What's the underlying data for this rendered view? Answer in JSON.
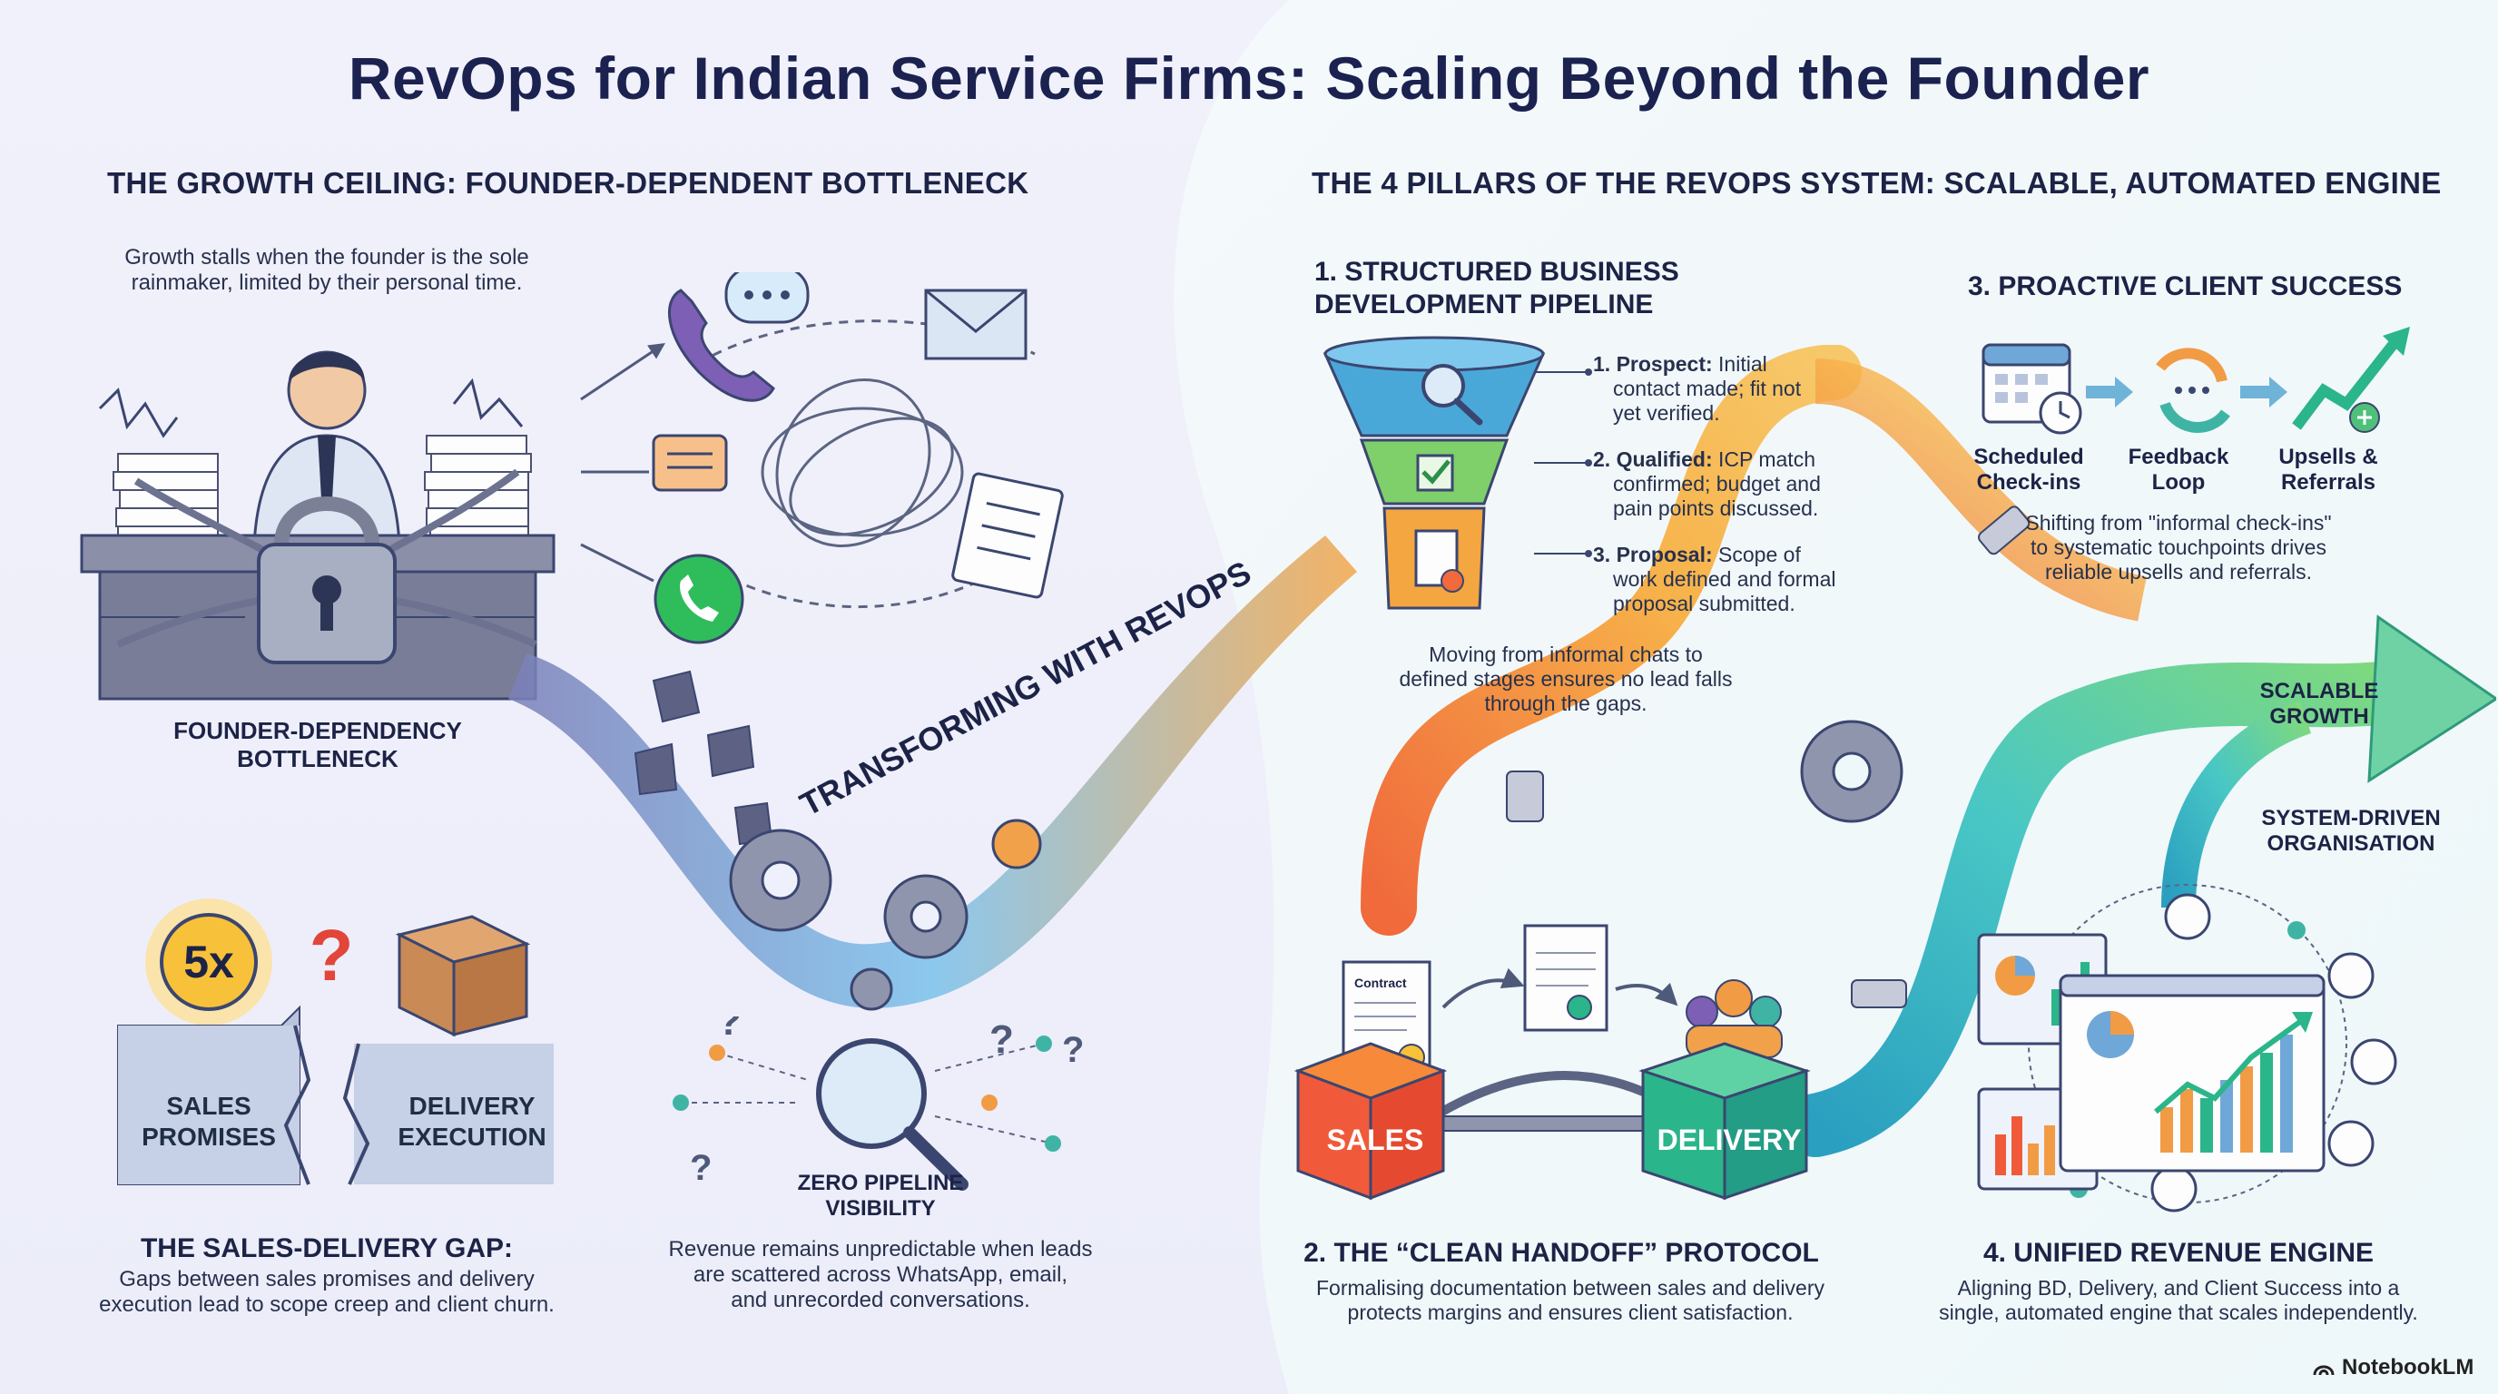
{
  "title": "RevOps for Indian Service Firms: Scaling Beyond the Founder",
  "left": {
    "heading": "THE GROWTH CEILING: FOUNDER-DEPENDENT BOTTLENECK",
    "intro": [
      "Growth stalls when the founder is the sole",
      "rainmaker, limited by their personal time."
    ],
    "bottleneck_label": [
      "FOUNDER-DEPENDENCY",
      "BOTTLENECK"
    ],
    "gap": {
      "badge": "5x",
      "sales_block": [
        "SALES",
        "PROMISES"
      ],
      "delivery_block": [
        "DELIVERY",
        "EXECUTION"
      ],
      "heading": "THE SALES-DELIVERY GAP:",
      "text": [
        "Gaps between sales promises and delivery",
        "execution lead to scope creep and client churn."
      ]
    },
    "visibility": {
      "label": [
        "ZERO PIPELINE",
        "VISIBILITY"
      ],
      "text": [
        "Revenue remains unpredictable when leads",
        "are scattered across WhatsApp, email,",
        "and unrecorded conversations."
      ]
    },
    "transform_label": "TRANSFORMING WITH REVOPS"
  },
  "right": {
    "heading": "THE 4 PILLARS OF THE REVOPS SYSTEM: SCALABLE, AUTOMATED ENGINE",
    "pillar1": {
      "title": [
        "1. STRUCTURED BUSINESS",
        "DEVELOPMENT PIPELINE"
      ],
      "stages": [
        {
          "name": "1. Prospect:",
          "desc": [
            "Initial",
            "contact made; fit not",
            "yet verified."
          ]
        },
        {
          "name": "2. Qualified:",
          "desc": [
            "ICP match",
            "confirmed; budget and",
            "pain points discussed."
          ]
        },
        {
          "name": "3. Proposal:",
          "desc": [
            "Scope of",
            "work defined and formal",
            "proposal submitted."
          ]
        }
      ],
      "caption": [
        "Moving from informal chats to",
        "defined stages ensures no lead falls",
        "through the gaps."
      ]
    },
    "pillar2": {
      "title": "2. THE “CLEAN HANDOFF” PROTOCOL",
      "sales_label": "SALES",
      "delivery_label": "DELIVERY",
      "contract_text": "Contract",
      "caption": [
        "Formalising documentation between sales and delivery",
        "protects margins and ensures client satisfaction."
      ]
    },
    "pillar3": {
      "title": "3. PROACTIVE CLIENT SUCCESS",
      "steps": [
        [
          "Scheduled",
          "Check-ins"
        ],
        [
          "Feedback",
          "Loop"
        ],
        [
          "Upsells &",
          "Referrals"
        ]
      ],
      "caption": [
        "Shifting from \"informal check-ins\"",
        "to systematic touchpoints drives",
        "reliable upsells and referrals."
      ]
    },
    "pillar4": {
      "title": "4. UNIFIED REVENUE ENGINE",
      "caption": [
        "Aligning BD, Delivery, and Client Success into a",
        "single, automated engine that scales independently."
      ]
    },
    "scalable_growth": [
      "SCALABLE",
      "GROWTH"
    ],
    "system_driven": [
      "SYSTEM-DRIVEN",
      "ORGANISATION"
    ]
  },
  "brand": "NotebookLM",
  "colors": {
    "navy": "#1b2250",
    "funnel_blue": "#4aa8d8",
    "funnel_green": "#7fcf6b",
    "funnel_orange": "#f4a640",
    "sales_red": "#f05a3a",
    "delivery_green": "#2bb58a",
    "pipe_orange": "#f7a23a",
    "pipe_teal": "#42c2c9"
  },
  "icons": [
    "phone-icon",
    "chat-bubble-icon",
    "envelope-icon",
    "whatsapp-icon",
    "notepad-icon",
    "padlock-icon",
    "gear-icon",
    "magnifier-icon",
    "box-icon",
    "calendar-icon",
    "refresh-icon",
    "growth-arrow-icon",
    "document-icon",
    "team-icon",
    "dashboard-icon"
  ]
}
